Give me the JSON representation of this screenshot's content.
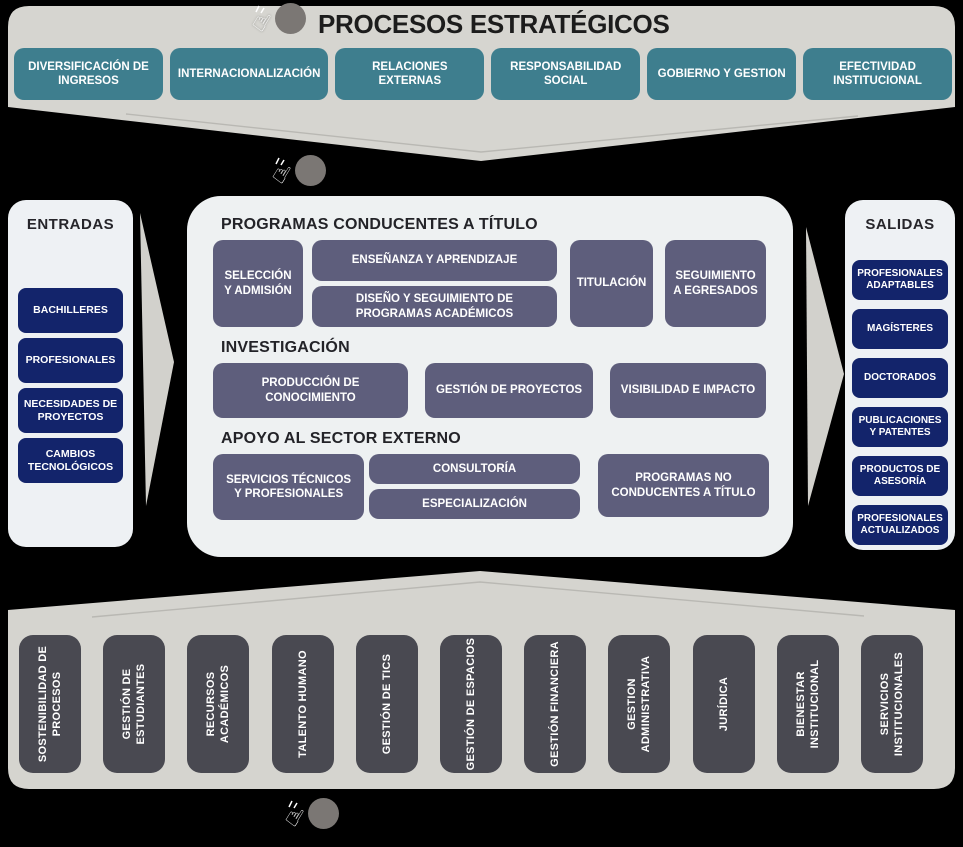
{
  "header": {
    "title": "PROCESOS ESTRATÉGICOS"
  },
  "strategic_processes": {
    "items": [
      {
        "label": "DIVERSIFICACIÓN DE INGRESOS"
      },
      {
        "label": "INTERNACIONALIZACIÓN"
      },
      {
        "label": "RELACIONES EXTERNAS"
      },
      {
        "label": "RESPONSABILIDAD SOCIAL"
      },
      {
        "label": "GOBIERNO Y GESTION"
      },
      {
        "label": "EFECTIVIDAD INSTITUCIONAL"
      }
    ]
  },
  "entradas": {
    "title": "ENTRADAS",
    "items": [
      {
        "label": "BACHILLERES"
      },
      {
        "label": "PROFESIONALES"
      },
      {
        "label": "NECESIDADES DE PROYECTOS"
      },
      {
        "label": "CAMBIOS TECNOLÓGICOS"
      }
    ]
  },
  "misionales": {
    "sections": [
      {
        "title": "PROGRAMAS CONDUCENTES A TÍTULO",
        "boxes": [
          {
            "label": "SELECCIÓN Y ADMISIÓN"
          },
          {
            "label": "ENSEÑANZA Y APRENDIZAJE"
          },
          {
            "label": "DISEÑO Y SEGUIMIENTO DE PROGRAMAS ACADÉMICOS"
          },
          {
            "label": "TITULACIÓN"
          },
          {
            "label": "SEGUIMIENTO A EGRESADOS"
          }
        ]
      },
      {
        "title": "INVESTIGACIÓN",
        "boxes": [
          {
            "label": "PRODUCCIÓN DE CONOCIMIENTO"
          },
          {
            "label": "GESTIÓN DE PROYECTOS"
          },
          {
            "label": "VISIBILIDAD E IMPACTO"
          }
        ]
      },
      {
        "title": "APOYO AL SECTOR EXTERNO",
        "boxes": [
          {
            "label": "SERVICIOS TÉCNICOS Y PROFESIONALES"
          },
          {
            "label": "CONSULTORÍA"
          },
          {
            "label": "ESPECIALIZACIÓN"
          },
          {
            "label": "PROGRAMAS NO CONDUCENTES A TÍTULO"
          }
        ]
      }
    ]
  },
  "salidas": {
    "title": "SALIDAS",
    "items": [
      {
        "label": "PROFESIONALES ADAPTABLES"
      },
      {
        "label": "MAGÍSTERES"
      },
      {
        "label": "DOCTORADOS"
      },
      {
        "label": "PUBLICACIONES Y PATENTES"
      },
      {
        "label": "PRODUCTOS DE ASESORÍA"
      },
      {
        "label": "PROFESIONALES ACTUALIZADOS"
      }
    ]
  },
  "support_processes": {
    "items": [
      {
        "label": "SOSTENIBILIDAD DE PROCESOS"
      },
      {
        "label": "GESTIÓN DE ESTUDIANTES"
      },
      {
        "label": "RECURSOS ACADÉMICOS"
      },
      {
        "label": "TALENTO HUMANO"
      },
      {
        "label": "GESTIÓN DE TICS"
      },
      {
        "label": "GESTIÓN DE ESPACIOS"
      },
      {
        "label": "GESTIÓN FINANCIERA"
      },
      {
        "label": "GESTION ADMINISTRATIVA"
      },
      {
        "label": "JURÍDICA"
      },
      {
        "label": "BIENESTAR INSTITUCIONAL"
      },
      {
        "label": "SERVICIOS INSTITUCIONALES"
      }
    ]
  },
  "colors": {
    "band_gray": "#d6d5d0",
    "band_inner_line": "#b9b8b3",
    "teal": "#3e7e8e",
    "navy": "#13246b",
    "slate": "#5e5e7c",
    "charcoal": "#494951",
    "panel_bg": "#eef1f3",
    "hotspot_gray": "#7b7774",
    "background": "#000000"
  }
}
